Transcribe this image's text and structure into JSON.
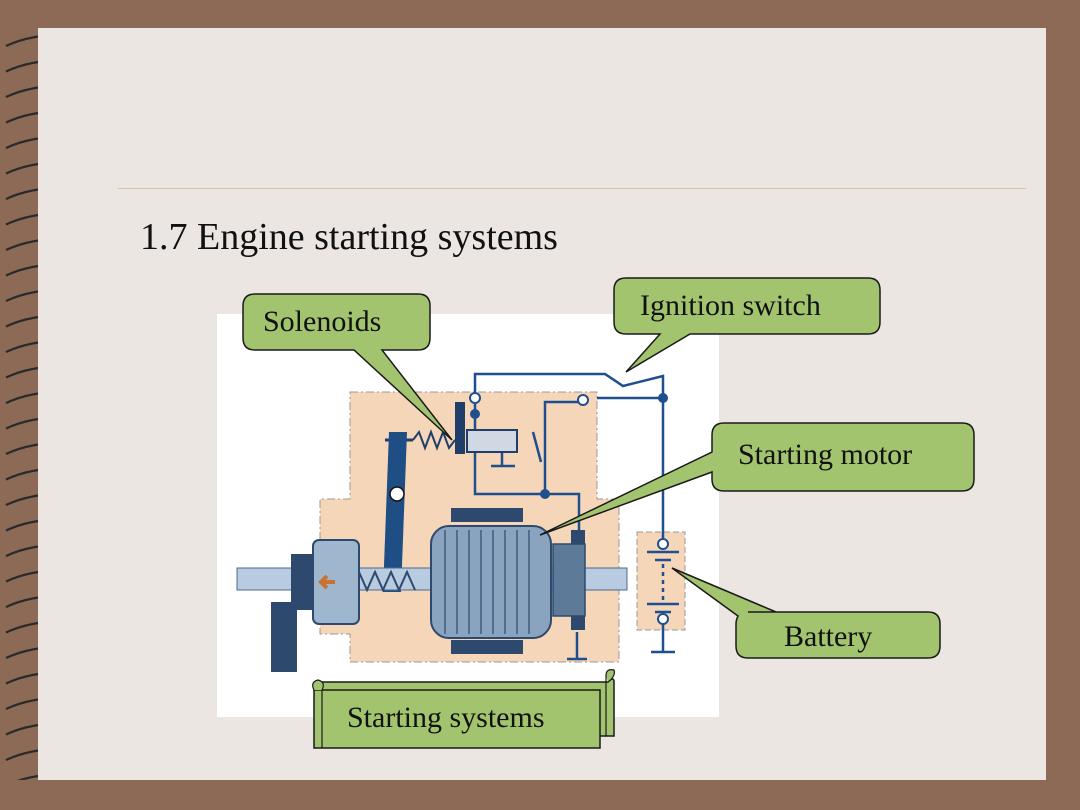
{
  "slide": {
    "title": "1.7 Engine starting systems"
  },
  "callouts": {
    "solenoids": "Solenoids",
    "ignition_switch": "Ignition switch",
    "starting_motor": "Starting motor",
    "battery": "Battery",
    "caption": "Starting systems"
  },
  "colors": {
    "background": "#8c6a55",
    "paper": "#ebe6e2",
    "callout_fill": "#a3c46e",
    "callout_border": "#1a1a1a",
    "housing_fill": "#f6d6b8",
    "wire": "#1f4f8f",
    "motor_metal": "#8aa4bf"
  }
}
